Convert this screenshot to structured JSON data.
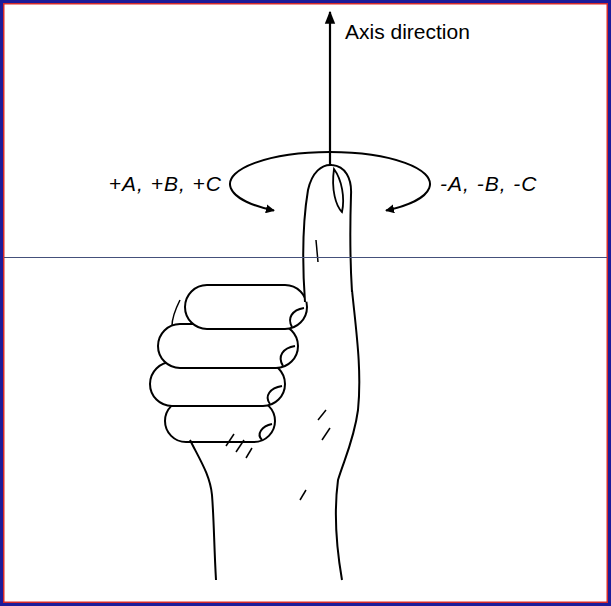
{
  "diagram": {
    "labels": [
      "Axis direction",
      "+A, +B, +C",
      "-A, -B, -C"
    ]
  }
}
